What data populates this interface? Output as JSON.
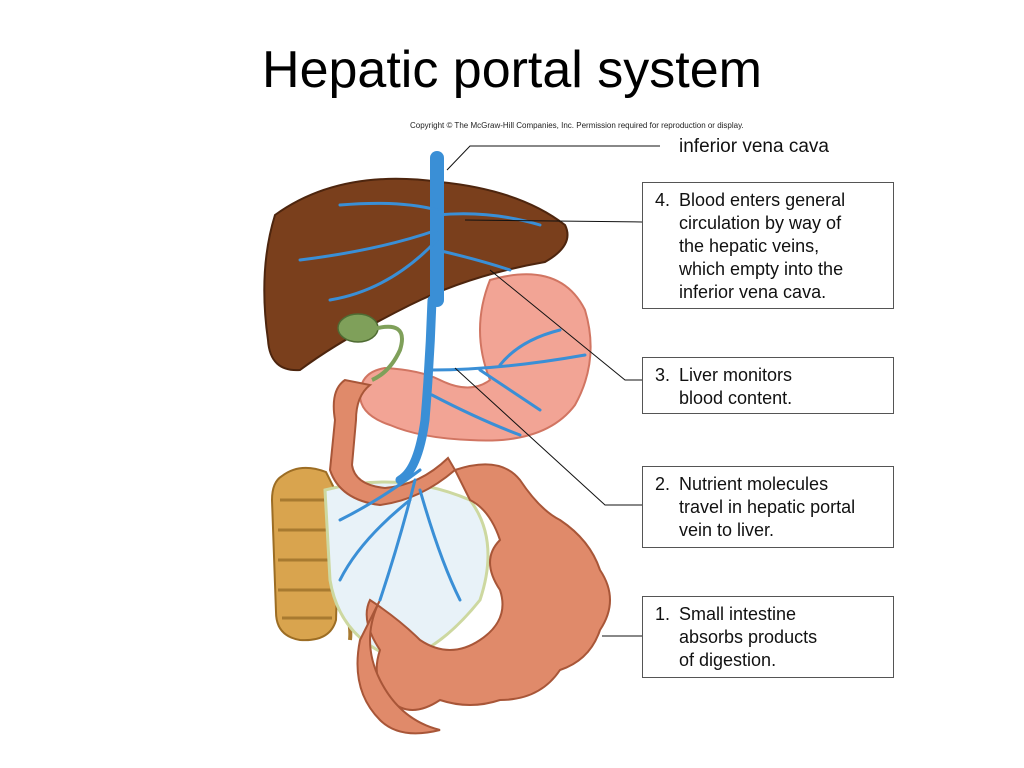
{
  "slide": {
    "title": "Hepatic portal system",
    "copyright": "Copyright © The McGraw-Hill Companies, Inc. Permission required for reproduction or display."
  },
  "labels": {
    "ivc": "inferior vena cava"
  },
  "callouts": [
    {
      "num": "4.",
      "text": "Blood enters general\ncirculation by way of\nthe hepatic veins,\nwhich empty into the\ninferior vena cava."
    },
    {
      "num": "3.",
      "text": "Liver monitors\nblood content."
    },
    {
      "num": "2.",
      "text": "Nutrient molecules\ntravel in hepatic portal\nvein to liver."
    },
    {
      "num": "1.",
      "text": "Small intestine\nabsorbs products\nof digestion."
    }
  ],
  "colors": {
    "liver": "#7a3f1c",
    "vessel": "#3a8fd6",
    "stomach": "#f2a090",
    "intestine": "#e08a6a",
    "colon": "#d9a44e",
    "gallbladder": "#7fa05a"
  }
}
